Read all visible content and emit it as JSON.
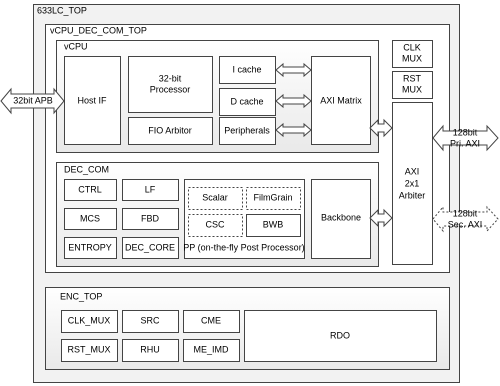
{
  "top": "633LC_TOP",
  "vcpu_dec_com_top": "vCPU_DEC_COM_TOP",
  "vcpu": {
    "title": "vCPU",
    "host_if": "Host IF",
    "processor_line1": "32-bit",
    "processor_line2": "Processor",
    "fio_arbitor": "FIO Arbitor",
    "i_cache": "I cache",
    "d_cache": "D cache",
    "peripherals": "Peripherals",
    "axi_matrix": "AXI Matrix"
  },
  "clk_mux_line1": "CLK",
  "clk_mux_line2": "MUX",
  "rst_mux_line1": "RST",
  "rst_mux_line2": "MUX",
  "arbiter_line1": "AXI",
  "arbiter_line2": "2x1",
  "arbiter_line3": "Arbiter",
  "apb_label": "32bit APB",
  "pri_axi_line1": "128bit",
  "pri_axi_line2": "Pri. AXI",
  "sec_axi_line1": "128bit",
  "sec_axi_line2": "Sec. AXI",
  "dec_com": {
    "title": "DEC_COM",
    "ctrl": "CTRL",
    "lf": "LF",
    "mcs": "MCS",
    "fbd": "FBD",
    "entropy": "ENTROPY",
    "dec_core": "DEC_CORE",
    "scalar": "Scalar",
    "filmgrain": "FilmGrain",
    "csc": "CSC",
    "bwb": "BWB",
    "pp_label": "PP (on-the-fly Post Processor)",
    "backbone": "Backbone"
  },
  "enc_top": {
    "title": "ENC_TOP",
    "clk_mux": "CLK_MUX",
    "src": "SRC",
    "cme": "CME",
    "rst_mux": "RST_MUX",
    "rhu": "RHU",
    "me_imd": "ME_IMD",
    "rdo": "RDO"
  }
}
